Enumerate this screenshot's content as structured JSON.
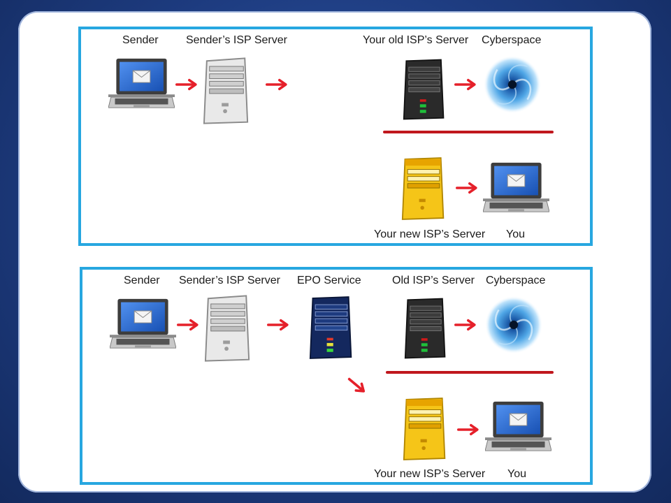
{
  "panel1": {
    "labels": {
      "sender": "Sender",
      "sender_isp": "Sender’s ISP Server",
      "old_isp": "Your old ISP’s Server",
      "cyberspace": "Cyberspace",
      "new_isp": "Your new ISP’s Server",
      "you": "You"
    }
  },
  "panel2": {
    "labels": {
      "sender": "Sender",
      "sender_isp": "Sender’s ISP Server",
      "epo": "EPO Service",
      "old_isp": "Old ISP’s Server",
      "cyberspace": "Cyberspace",
      "new_isp": "Your new ISP’s Server",
      "you": "You"
    }
  },
  "colors": {
    "panel_border": "#27a7e0",
    "arrow": "#e5202a",
    "block_line": "#c0171d",
    "background": "#1d3b7f"
  },
  "icons": [
    "laptop-mail-icon",
    "server-white-icon",
    "server-black-icon",
    "server-yellow-icon",
    "server-navy-icon",
    "vortex-icon"
  ]
}
